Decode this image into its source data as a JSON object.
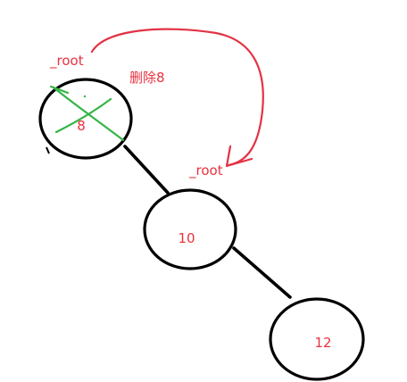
{
  "diagram": {
    "annotation": "删除8",
    "old_root_label": "_root",
    "new_root_label": "_root",
    "nodes": [
      {
        "id": "n8",
        "label": "8",
        "deleted": true
      },
      {
        "id": "n10",
        "label": "10"
      },
      {
        "id": "n12",
        "label": "12"
      }
    ],
    "colors": {
      "text": "#e8323f",
      "arrow": "#e23345",
      "cross": "#35b548",
      "stroke": "#000000"
    }
  }
}
